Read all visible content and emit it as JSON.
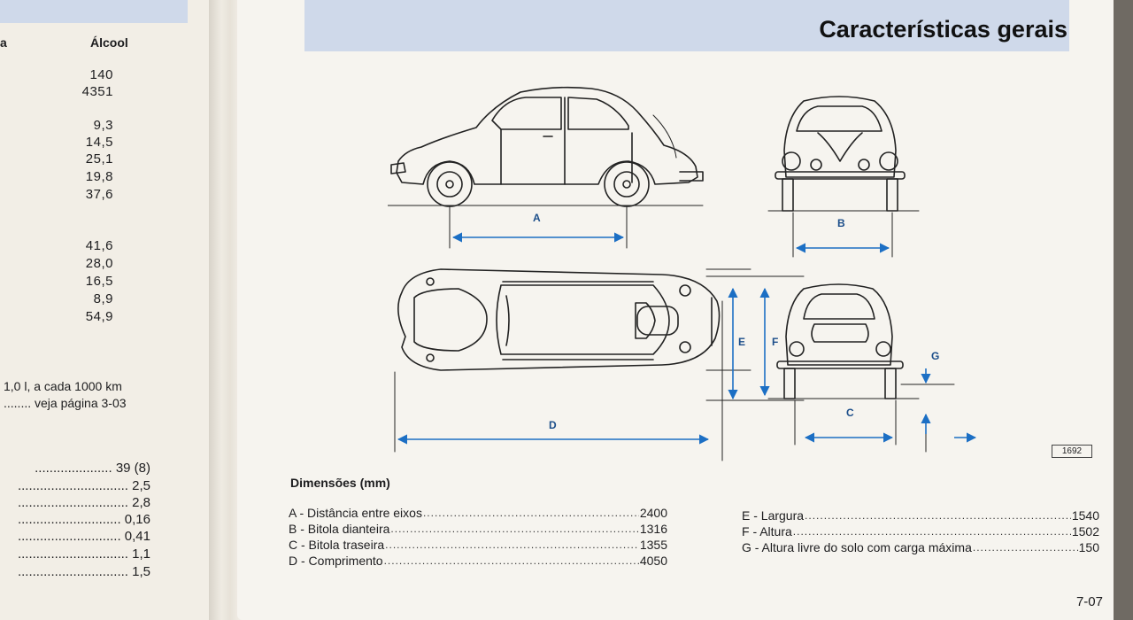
{
  "left_page": {
    "header_partial": "a",
    "header_column": "Álcool",
    "values_group1": [
      "140",
      "4351"
    ],
    "values_group2": [
      "9,3",
      "14,5",
      "25,1",
      "19,8",
      "37,6"
    ],
    "values_group3": [
      "41,6",
      "28,0",
      "16,5",
      "8,9",
      "54,9"
    ],
    "note_line1": "1,0 l, a cada 1000 km",
    "note_line2": "........ veja página 3-03",
    "dotted_values": [
      "39 (8)",
      "2,5",
      "2,8",
      "0,16",
      "0,41",
      "1,1",
      "1,5"
    ]
  },
  "right_page": {
    "title": "Características gerais",
    "drawing_labels": {
      "A": "A",
      "B": "B",
      "C": "C",
      "D": "D",
      "E": "E",
      "F": "F",
      "G": "G"
    },
    "figure_ref": "1692",
    "dimensions_title": "Dimensões (mm)",
    "dimensions_left": [
      {
        "label": "A - Distância entre eixos",
        "value": "2400"
      },
      {
        "label": "B - Bitola dianteira",
        "value": "1316"
      },
      {
        "label": "C - Bitola traseira",
        "value": "1355"
      },
      {
        "label": "D - Comprimento",
        "value": "4050"
      }
    ],
    "dimensions_right": [
      {
        "label": "E - Largura",
        "value": "1540"
      },
      {
        "label": "F - Altura",
        "value": "1502"
      },
      {
        "label": "G - Altura livre do solo com carga máxima",
        "value": "150"
      }
    ],
    "page_number": "7-07"
  },
  "colors": {
    "header_band": "#cfd9ea",
    "arrow_blue": "#1c6fc4",
    "paper": "#f6f4ef"
  }
}
